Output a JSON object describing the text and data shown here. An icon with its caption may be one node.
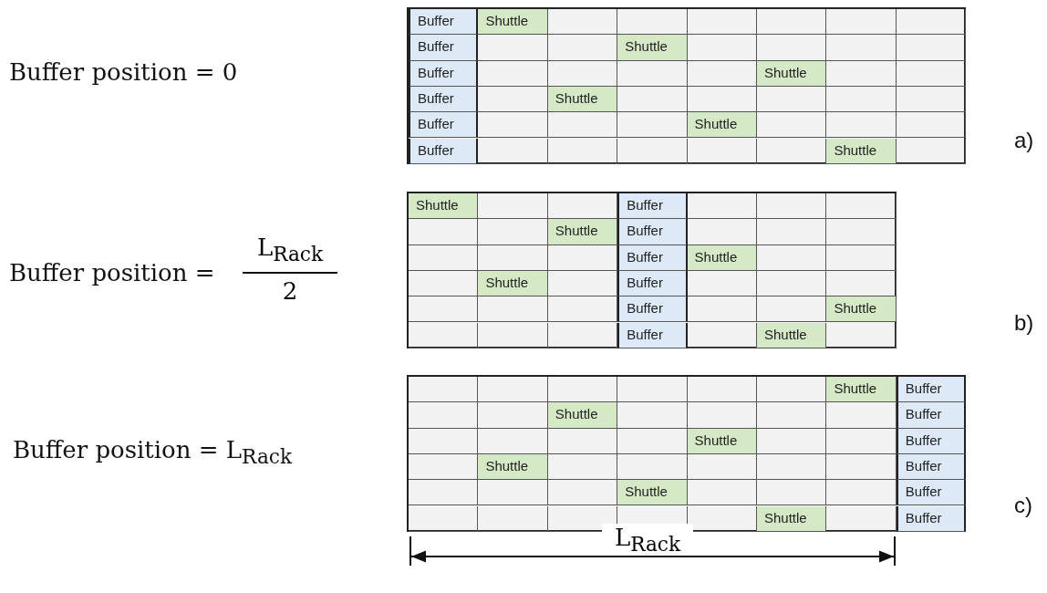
{
  "diagram": {
    "labels": [
      "Buffer position = 0",
      "Buffer",
      "Shuttle",
      "Buffer",
      "Shuttle",
      "Buffer",
      "Shuttle",
      "Buffer",
      "Shuttle",
      "Buffer",
      "Shuttle",
      "Buffer",
      "Shuttle",
      "a)",
      "Buffer position =",
      "L$_{Rack}$",
      "2",
      "Shuttle",
      "Buffer",
      "Shuttle",
      "Buffer",
      "Buffer",
      "Shuttle",
      "Shuttle",
      "Buffer",
      "Buffer",
      "Shuttle",
      "Buffer",
      "Shuttle",
      "b)",
      "Buffer position = L$_{Rack}$",
      "Shuttle",
      "Buffer",
      "Shuttle",
      "Buffer",
      "Shuttle",
      "Buffer",
      "Shuttle",
      "Buffer",
      "Shuttle",
      "Buffer",
      "Shuttle",
      "Buffer",
      "c)",
      "L$_{Rack}$"
    ]
  }
}
